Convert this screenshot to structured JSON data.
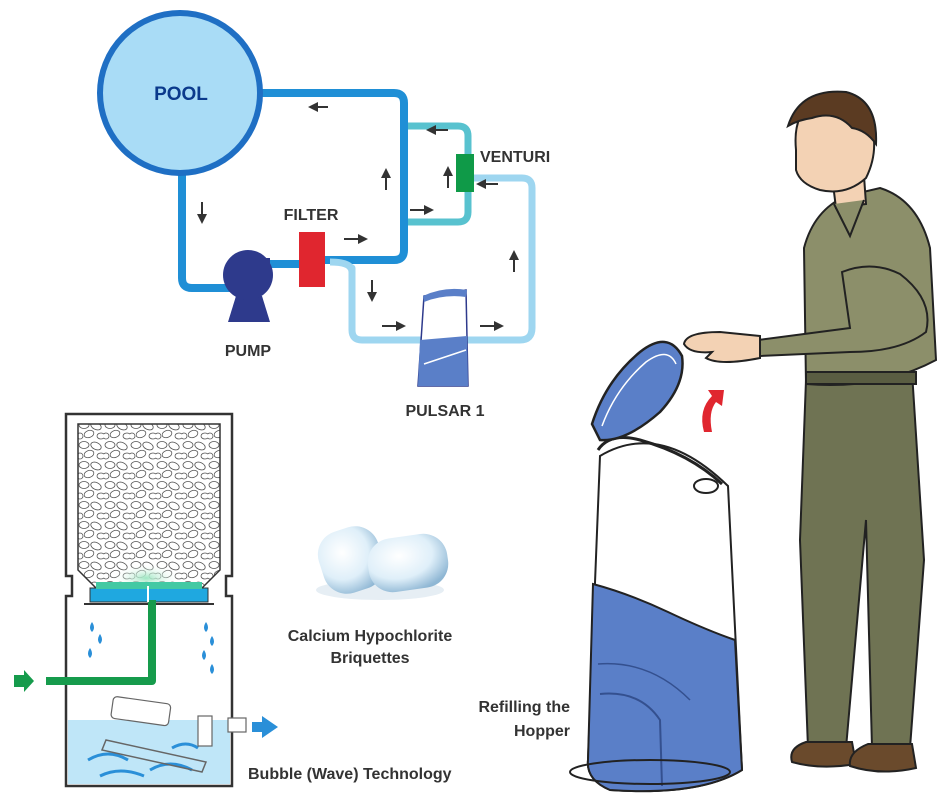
{
  "labels": {
    "pool": "POOL",
    "filter": "FILTER",
    "venturi": "VENTURI",
    "pump": "PUMP",
    "pulsar": "PULSAR 1",
    "briquettes_line1": "Calcium Hypochlorite",
    "briquettes_line2": "Briquettes",
    "refill_line1": "Refilling the",
    "refill_line2": "Hopper",
    "bubble": "Bubble (Wave) Technology"
  },
  "colors": {
    "pool_fill": "#a9dcf6",
    "pool_stroke": "#1f6fc4",
    "main_pipe": "#1f8fd6",
    "venturi_loop": "#58c2cf",
    "feeder_loop": "#9ed6f0",
    "pump": "#2e3a8c",
    "filter": "#e0262f",
    "venturi": "#0f9a48",
    "unit_blue": "#5a7fc8",
    "water": "#bfe6f8",
    "arrow_red": "#e0262f",
    "inlet_green": "#169b4c"
  },
  "icons": {
    "flow_arrow": "arrow-icon",
    "refill_arrow": "curved-arrow-icon",
    "inlet_arrow": "arrow-right-icon",
    "outlet_arrow": "arrow-right-icon"
  }
}
